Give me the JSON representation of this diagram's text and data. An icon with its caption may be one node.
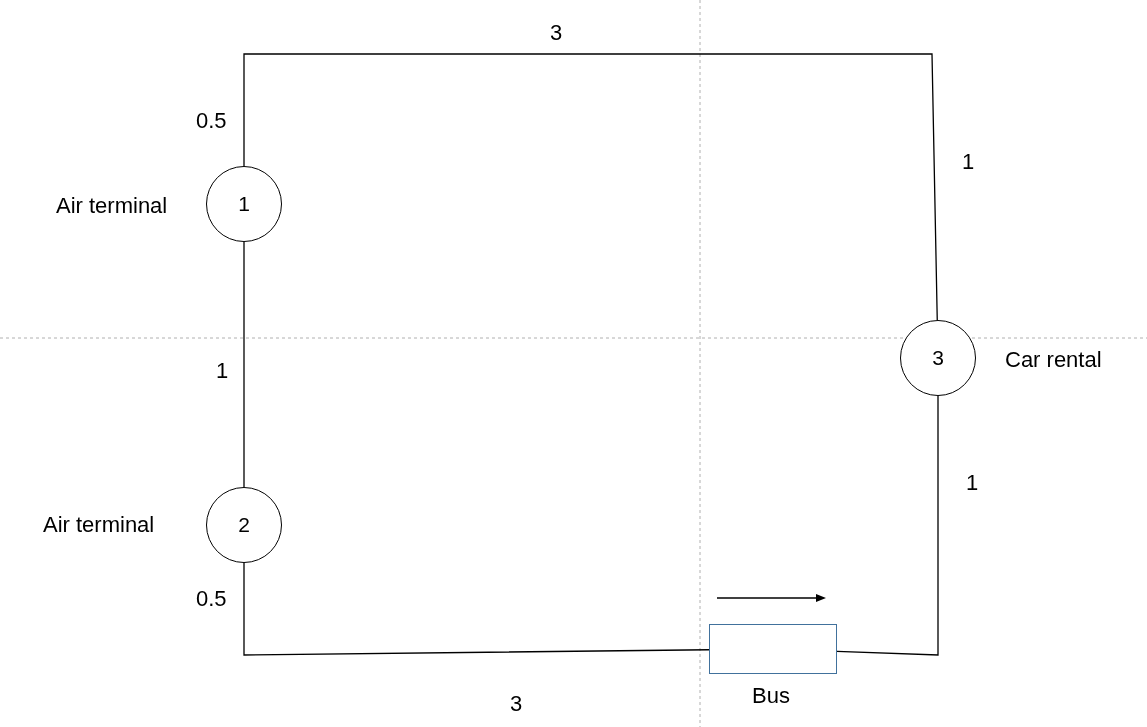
{
  "diagram": {
    "nodes": [
      {
        "text": [
          "1"
        ],
        "beside": [
          "Air terminal"
        ]
      },
      {
        "text": [
          "2"
        ],
        "beside": [
          "Air terminal"
        ]
      },
      {
        "text": [
          "3"
        ],
        "beside": [
          "Car rental"
        ]
      },
      {
        "text": [],
        "shape": "box",
        "beside": [
          "Bus"
        ]
      }
    ],
    "edges": [
      {
        "from": 0,
        "to": 1,
        "arrow": "none"
      },
      {
        "from": 1,
        "to": 3,
        "arrow": "none"
      },
      {
        "from": 3,
        "to": 2,
        "arrow": "none"
      },
      {
        "from": 2,
        "to": 0,
        "arrow": "none"
      }
    ],
    "labels": [
      "3",
      "0.5",
      "1",
      "1",
      "1",
      "0.5",
      "3"
    ]
  }
}
